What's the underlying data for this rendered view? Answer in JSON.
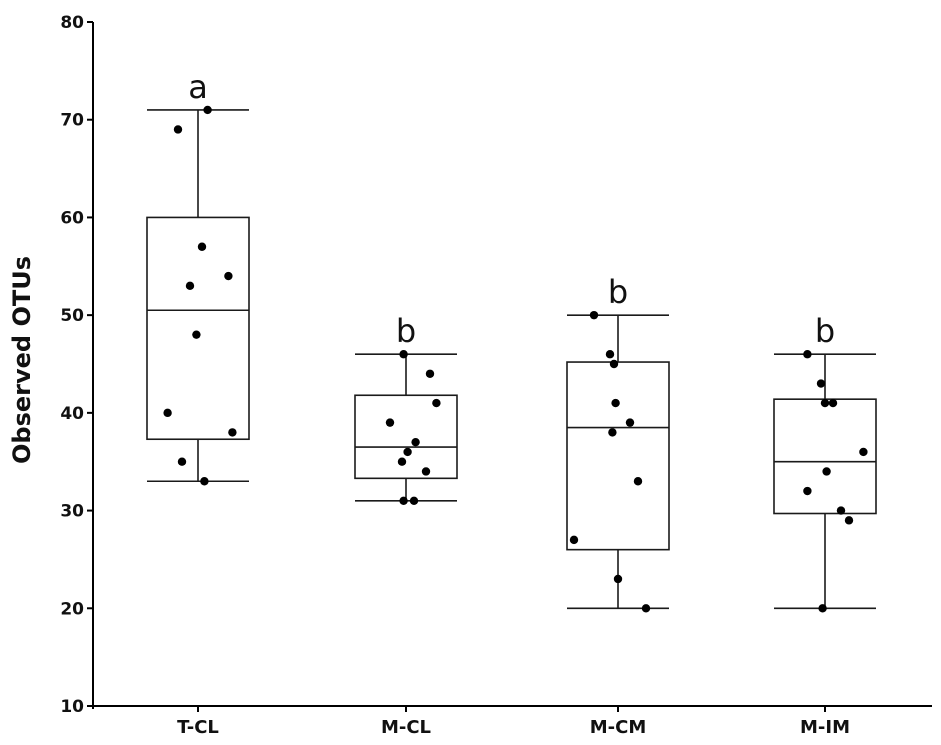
{
  "chart_data": {
    "type": "box",
    "ylabel": "Observed OTUs",
    "xlabel": "",
    "ylim": [
      10,
      80
    ],
    "yticks": [
      10,
      20,
      30,
      40,
      50,
      60,
      70,
      80
    ],
    "grid": false,
    "categories": [
      "T-CL",
      "M-CL",
      "M-CM",
      "M-IM"
    ],
    "groups": [
      {
        "category": "T-CL",
        "significance": "a",
        "whisker_low": 33,
        "q1": 37.3,
        "median": 50.5,
        "q3": 60,
        "whisker_high": 71,
        "points": [
          {
            "dx": 0.12,
            "y": 71
          },
          {
            "dx": -0.25,
            "y": 69
          },
          {
            "dx": 0.05,
            "y": 57
          },
          {
            "dx": 0.38,
            "y": 54
          },
          {
            "dx": -0.1,
            "y": 53
          },
          {
            "dx": -0.02,
            "y": 48
          },
          {
            "dx": -0.38,
            "y": 40
          },
          {
            "dx": 0.43,
            "y": 38
          },
          {
            "dx": -0.2,
            "y": 35
          },
          {
            "dx": 0.08,
            "y": 33
          }
        ]
      },
      {
        "category": "M-CL",
        "significance": "b",
        "whisker_low": 31,
        "q1": 33.3,
        "median": 36.5,
        "q3": 41.8,
        "whisker_high": 46,
        "points": [
          {
            "dx": -0.03,
            "y": 46
          },
          {
            "dx": 0.3,
            "y": 44
          },
          {
            "dx": 0.38,
            "y": 41
          },
          {
            "dx": -0.2,
            "y": 39
          },
          {
            "dx": 0.12,
            "y": 37
          },
          {
            "dx": 0.02,
            "y": 36
          },
          {
            "dx": -0.05,
            "y": 35
          },
          {
            "dx": 0.25,
            "y": 34
          },
          {
            "dx": -0.03,
            "y": 31
          },
          {
            "dx": 0.1,
            "y": 31
          }
        ]
      },
      {
        "category": "M-CM",
        "significance": "b",
        "whisker_low": 20,
        "q1": 26,
        "median": 38.5,
        "q3": 45.2,
        "whisker_high": 50,
        "points": [
          {
            "dx": -0.3,
            "y": 50
          },
          {
            "dx": -0.1,
            "y": 46
          },
          {
            "dx": -0.05,
            "y": 45
          },
          {
            "dx": -0.03,
            "y": 41
          },
          {
            "dx": 0.15,
            "y": 39
          },
          {
            "dx": -0.07,
            "y": 38
          },
          {
            "dx": 0.25,
            "y": 33
          },
          {
            "dx": -0.55,
            "y": 27
          },
          {
            "dx": 0.0,
            "y": 23
          },
          {
            "dx": 0.35,
            "y": 20
          }
        ]
      },
      {
        "category": "M-IM",
        "significance": "b",
        "whisker_low": 20,
        "q1": 29.7,
        "median": 35,
        "q3": 41.4,
        "whisker_high": 46,
        "points": [
          {
            "dx": -0.22,
            "y": 46
          },
          {
            "dx": -0.05,
            "y": 43
          },
          {
            "dx": 0.0,
            "y": 41
          },
          {
            "dx": 0.1,
            "y": 41
          },
          {
            "dx": 0.48,
            "y": 36
          },
          {
            "dx": 0.02,
            "y": 34
          },
          {
            "dx": -0.22,
            "y": 32
          },
          {
            "dx": 0.2,
            "y": 30
          },
          {
            "dx": 0.3,
            "y": 29
          },
          {
            "dx": -0.03,
            "y": 20
          }
        ]
      }
    ],
    "colors": {
      "box_fill": "#ffffff",
      "line": "#1a1a1a",
      "point": "#000000"
    }
  }
}
